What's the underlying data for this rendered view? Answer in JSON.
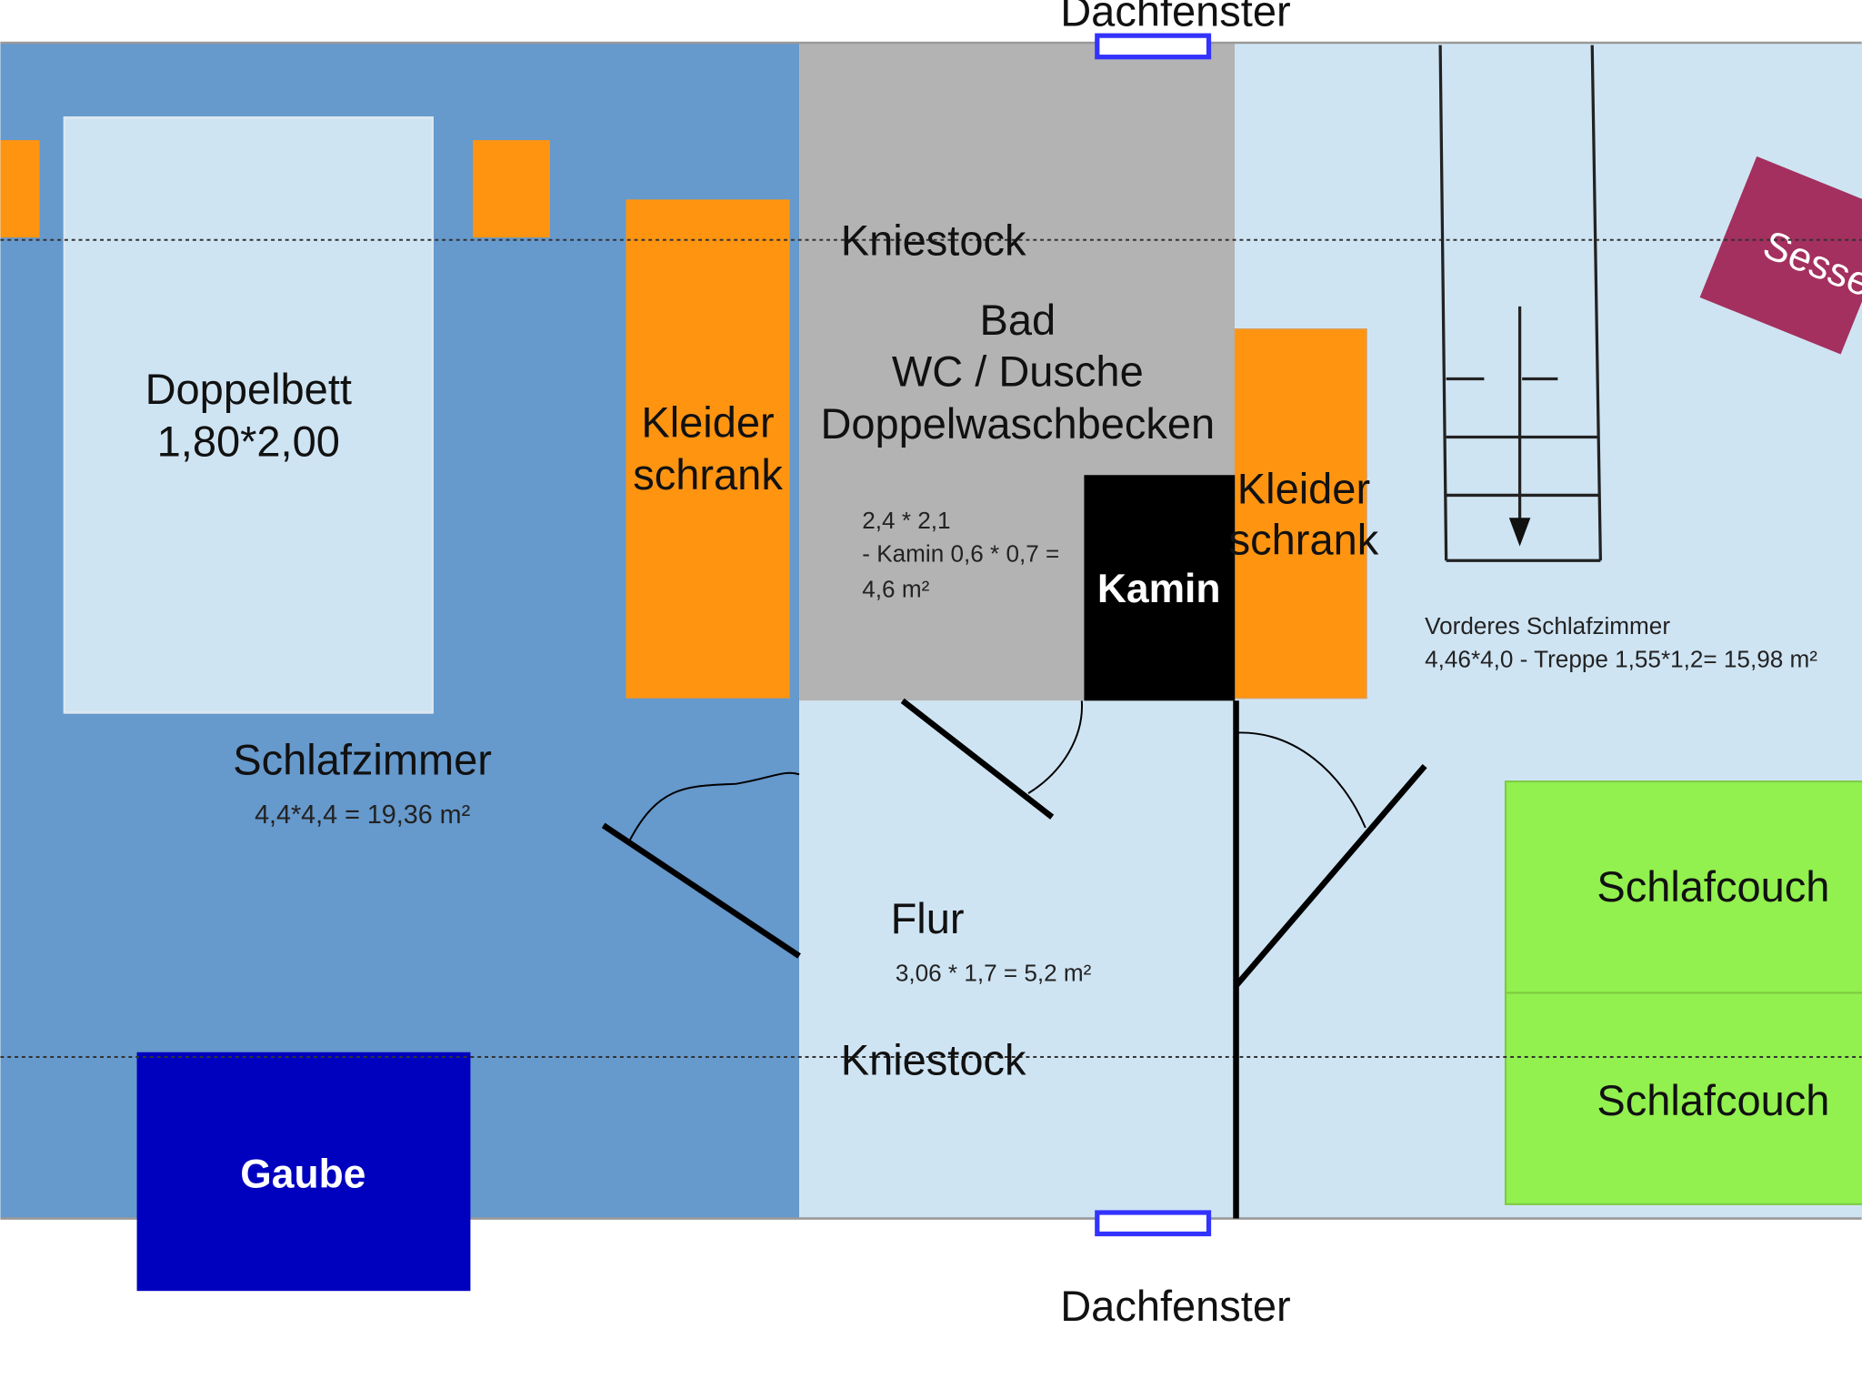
{
  "colors": {
    "schlafzimmer": "#6699CC",
    "bad": "#B3B3B3",
    "light_room": "#CFE4F3",
    "schrank": "#FF9411",
    "kamin": "#000000",
    "gaube": "#0000BF",
    "couch": "#92F04F",
    "sessel": "#A3305E",
    "dachfenster": "#3333FF"
  },
  "labels": {
    "dachfenster_top": "Dachfenster",
    "dachfenster_bottom": "Dachfenster",
    "kniestock_top": "Kniestock",
    "kniestock_bottom": "Kniestock",
    "doppelbett": "Doppelbett",
    "doppelbett_size": "1,80*2,00",
    "kleiderschrank_1a": "Kleider",
    "kleiderschrank_1b": "schrank",
    "kleiderschrank_2a": "Kleider",
    "kleiderschrank_2b": "schrank",
    "bad_1": "Bad",
    "bad_2": "WC / Dusche",
    "bad_3": "Doppelwaschbecken",
    "bad_calc_1": "2,4 * 2,1",
    "bad_calc_2": "- Kamin 0,6 * 0,7 =",
    "bad_calc_3": "4,6 m²",
    "kamin": "Kamin",
    "schlafzimmer": "Schlafzimmer",
    "schlafzimmer_area": "4,4*4,4 = 19,36 m²",
    "flur": "Flur",
    "flur_area": "3,06 * 1,7 = 5,2 m²",
    "vorderes": "Vorderes Schlafzimmer",
    "vorderes_area": "4,46*4,0 - Treppe 1,55*1,2= 15,98 m²",
    "gaube": "Gaube",
    "schlafcouch_1": "Schlafcouch",
    "schlafcouch_2": "Schlafcouch",
    "sessel": "Sessel"
  }
}
